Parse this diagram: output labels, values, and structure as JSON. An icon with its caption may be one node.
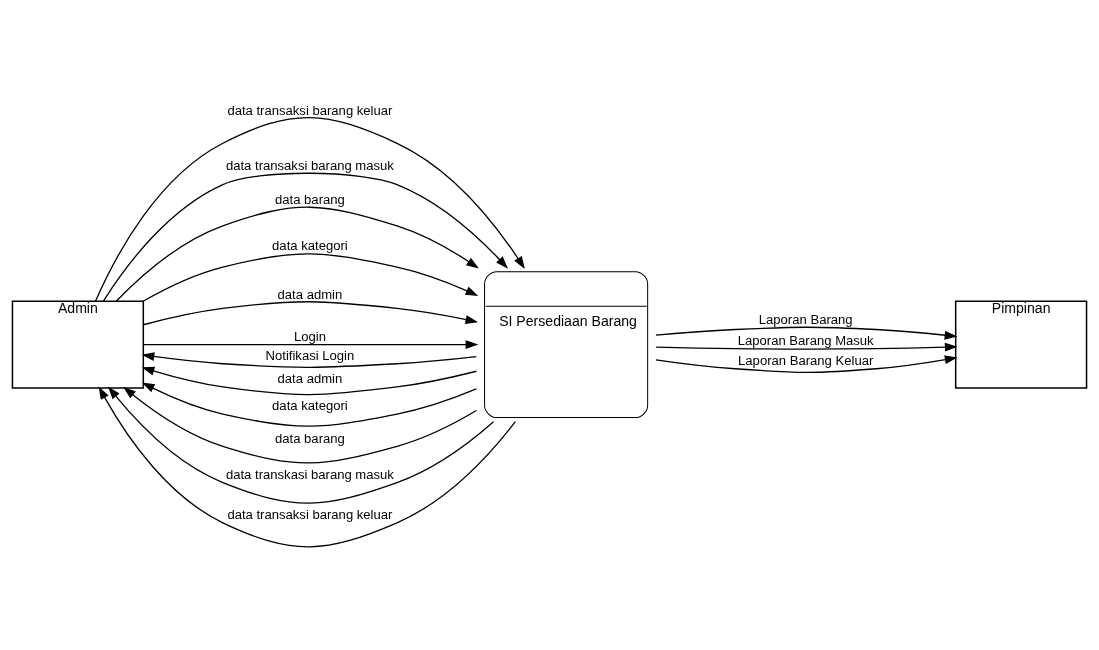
{
  "diagram": {
    "nodes": [
      {
        "text": [
          "Admin"
        ]
      },
      {
        "text": [
          "SI Persediaan Barang"
        ]
      },
      {
        "text": [
          "Pimpinan"
        ]
      }
    ],
    "edges": [
      {
        "from": 0,
        "to": 1,
        "arrow": "to",
        "label": "data transaksi barang keluar"
      },
      {
        "from": 0,
        "to": 1,
        "arrow": "to",
        "label": "data transaksi barang masuk"
      },
      {
        "from": 0,
        "to": 1,
        "arrow": "to",
        "label": "data barang"
      },
      {
        "from": 0,
        "to": 1,
        "arrow": "to",
        "label": "data kategori"
      },
      {
        "from": 0,
        "to": 1,
        "arrow": "to",
        "label": "data admin"
      },
      {
        "from": 0,
        "to": 1,
        "arrow": "to",
        "label": "Login"
      },
      {
        "from": 1,
        "to": 0,
        "arrow": "to",
        "label": "Notifikasi Login"
      },
      {
        "from": 1,
        "to": 0,
        "arrow": "to",
        "label": "data admin"
      },
      {
        "from": 1,
        "to": 0,
        "arrow": "to",
        "label": "data kategori"
      },
      {
        "from": 1,
        "to": 0,
        "arrow": "to",
        "label": "data barang"
      },
      {
        "from": 1,
        "to": 0,
        "arrow": "to",
        "label": "data transkasi barang masuk"
      },
      {
        "from": 1,
        "to": 0,
        "arrow": "to",
        "label": "data transaksi barang keluar"
      },
      {
        "from": 1,
        "to": 2,
        "arrow": "to",
        "label": "Laporan Barang"
      },
      {
        "from": 1,
        "to": 2,
        "arrow": "to",
        "label": "Laporan Barang Masuk"
      },
      {
        "from": 1,
        "to": 2,
        "arrow": "to",
        "label": "Laporan Barang Keluar"
      }
    ]
  }
}
